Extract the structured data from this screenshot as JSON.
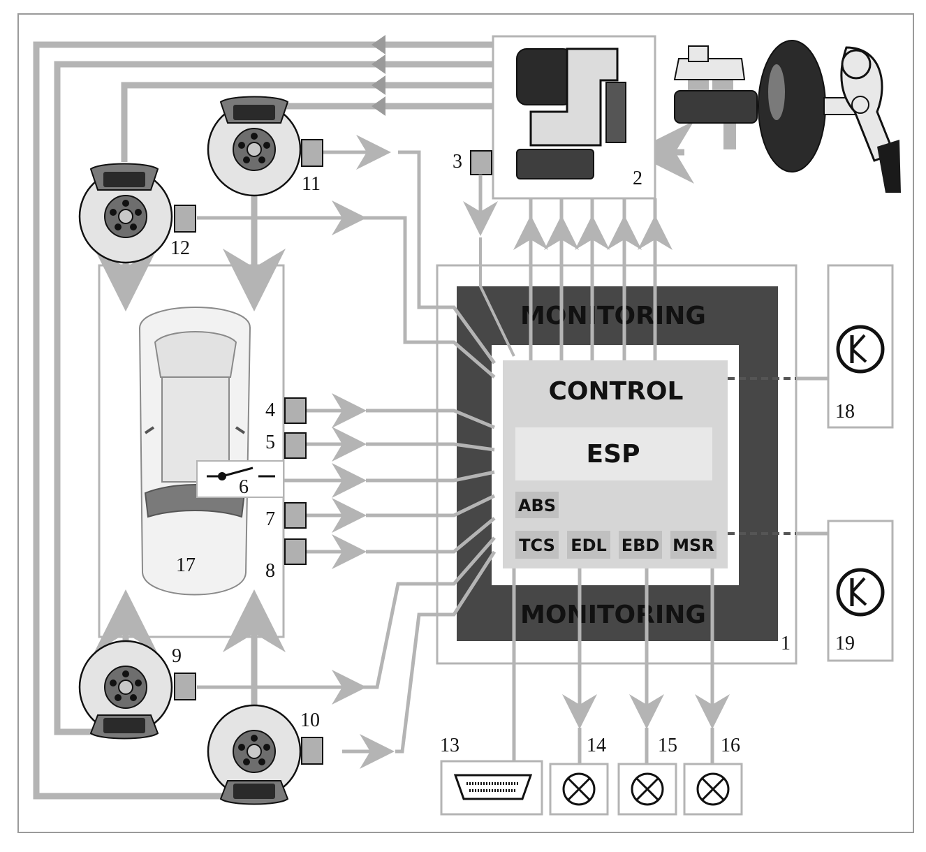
{
  "labels": {
    "control_unit": "1",
    "hydraulic_unit": "2",
    "pressure_sensor": "3",
    "sensor_4": "4",
    "sensor_5": "5",
    "switch_6": "6",
    "sensor_7": "7",
    "sensor_8": "8",
    "wheel_9": "9",
    "wheel_10": "10",
    "wheel_11": "11",
    "wheel_12": "12",
    "diag_connector": "13",
    "lamp_14": "14",
    "lamp_15": "15",
    "lamp_16": "16",
    "vehicle": "17",
    "button_18": "18",
    "button_19": "19"
  },
  "blocks": {
    "monitoring_top": "MONITORING",
    "monitoring_bottom": "MONITORING",
    "control": "CONTROL",
    "esp": "ESP",
    "abs": "ABS",
    "tcs": "TCS",
    "edl": "EDL",
    "ebd": "EBD",
    "msr": "MSR"
  },
  "colors": {
    "line": "#b4b4b4",
    "monitor": "#474747",
    "control_bg": "#d6d6d6",
    "esp_bg": "#e8e8e8",
    "module_bg": "#c0c0c0"
  }
}
